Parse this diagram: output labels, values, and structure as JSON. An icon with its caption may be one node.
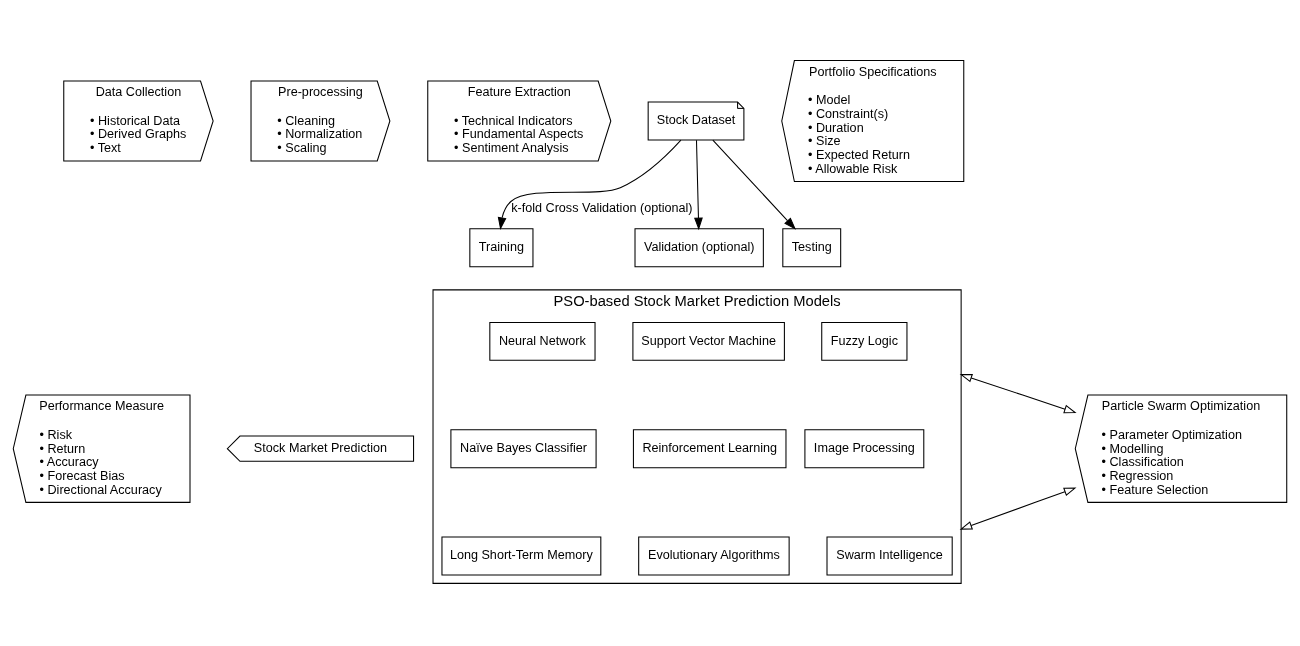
{
  "diagram": {
    "nodes": [
      {
        "text": [
          "Data Collection",
          "• Historical Data",
          "• Derived Graphs",
          "• Text"
        ]
      },
      {
        "text": [
          "Pre-processing",
          "• Cleaning",
          "• Normalization",
          "• Scaling"
        ]
      },
      {
        "text": [
          "Feature Extraction",
          "• Technical Indicators",
          "• Fundamental Aspects",
          "• Sentiment Analysis"
        ]
      },
      {
        "text": [
          "Stock Dataset"
        ]
      },
      {
        "text": [
          "Portfolio Specifications",
          "• Model",
          "• Constraint(s)",
          "• Duration",
          "• Size",
          "• Expected Return",
          "• Allowable Risk"
        ]
      },
      {
        "text": [
          "Training"
        ]
      },
      {
        "text": [
          "Validation (optional)"
        ]
      },
      {
        "text": [
          "Testing"
        ]
      },
      {
        "text": [
          "PSO-based Stock Market Prediction Models"
        ]
      },
      {
        "text": [
          "Neural Network"
        ],
        "in": 8
      },
      {
        "text": [
          "Support Vector Machine"
        ],
        "in": 8
      },
      {
        "text": [
          "Fuzzy Logic"
        ],
        "in": 8
      },
      {
        "text": [
          "Naïve Bayes Classifier"
        ],
        "in": 8
      },
      {
        "text": [
          "Reinforcement Learning"
        ],
        "in": 8
      },
      {
        "text": [
          "Image Processing"
        ],
        "in": 8
      },
      {
        "text": [
          "Long Short-Term Memory"
        ],
        "in": 8
      },
      {
        "text": [
          "Evolutionary Algorithms"
        ],
        "in": 8
      },
      {
        "text": [
          "Swarm Intelligence"
        ],
        "in": 8
      },
      {
        "text": [
          "Particle Swarm Optimization",
          "• Parameter Optimization",
          "• Modelling",
          "• Classification",
          "• Regression",
          "• Feature Selection"
        ]
      },
      {
        "text": [
          "Performance Measure",
          "• Risk",
          "• Return",
          "• Accuracy",
          "• Forecast Bias",
          "• Directional Accuracy"
        ]
      },
      {
        "text": [
          "Stock Market Prediction"
        ]
      }
    ],
    "edges": [
      {
        "from": 3,
        "to": 5,
        "arrow": "to",
        "label": "k-fold Cross Validation (optional)"
      },
      {
        "from": 3,
        "to": 6,
        "arrow": "to"
      },
      {
        "from": 3,
        "to": 7,
        "arrow": "to"
      },
      {
        "from": 8,
        "to": 18,
        "arrow": "both"
      },
      {
        "from": 8,
        "to": 18,
        "arrow": "both"
      }
    ]
  }
}
